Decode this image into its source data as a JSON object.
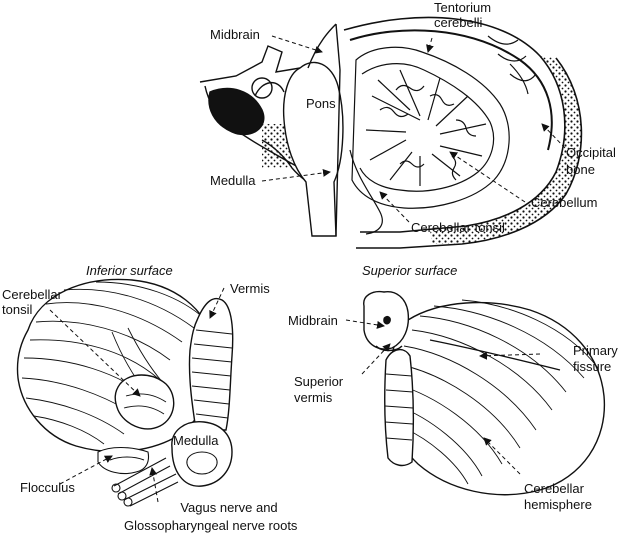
{
  "sagittal": {
    "midbrain": "Midbrain",
    "tentorium_line1": "Tentorium",
    "tentorium_line2": "cerebelli",
    "pons": "Pons",
    "occipital_line1": "Occipital",
    "occipital_line2": "bone",
    "medulla": "Medulla",
    "cerebellum": "Cerebellum",
    "cerebellar_tonsil": "Cerebellar tonsil"
  },
  "inferior": {
    "heading": "Inferior surface",
    "tonsil_line1": "Cerebellar",
    "tonsil_line2": "tonsil",
    "vermis": "Vermis",
    "medulla": "Medulla",
    "flocculus": "Flocculus",
    "nerves_line1": "Vagus nerve and",
    "nerves_line2": "Glossopharyngeal nerve roots"
  },
  "superior": {
    "heading": "Superior surface",
    "midbrain": "Midbrain",
    "primary_line1": "Primary",
    "primary_line2": "fissure",
    "vermis_line1": "Superior",
    "vermis_line2": "vermis",
    "hemisphere_line1": "Cerebellar",
    "hemisphere_line2": "hemisphere"
  },
  "colors": {
    "ink": "#111111",
    "paper": "#ffffff"
  }
}
